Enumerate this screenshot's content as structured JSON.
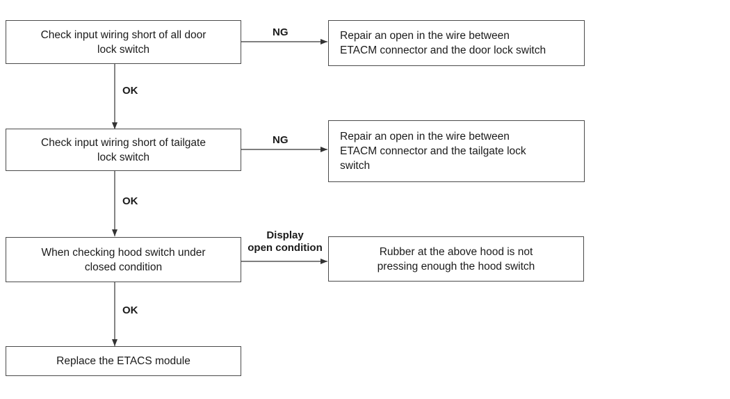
{
  "steps": [
    {
      "text": "Check input wiring short of all door\nlock switch"
    },
    {
      "text": "Check input wiring short of tailgate\nlock switch"
    },
    {
      "text": "When checking hood switch under\nclosed condition"
    },
    {
      "text": "Replace the ETACS module"
    }
  ],
  "results": [
    {
      "text": "Repair an open in the wire between\nETACM connector and the door lock switch"
    },
    {
      "text": "Repair an open in the wire between\nETACM connector and the tailgate lock\nswitch"
    },
    {
      "text": "Rubber at the above hood is not\npressing enough the hood switch"
    }
  ],
  "branch_labels": [
    "NG",
    "NG",
    "Display\nopen condition"
  ],
  "down_labels": [
    "OK",
    "OK",
    "OK"
  ]
}
